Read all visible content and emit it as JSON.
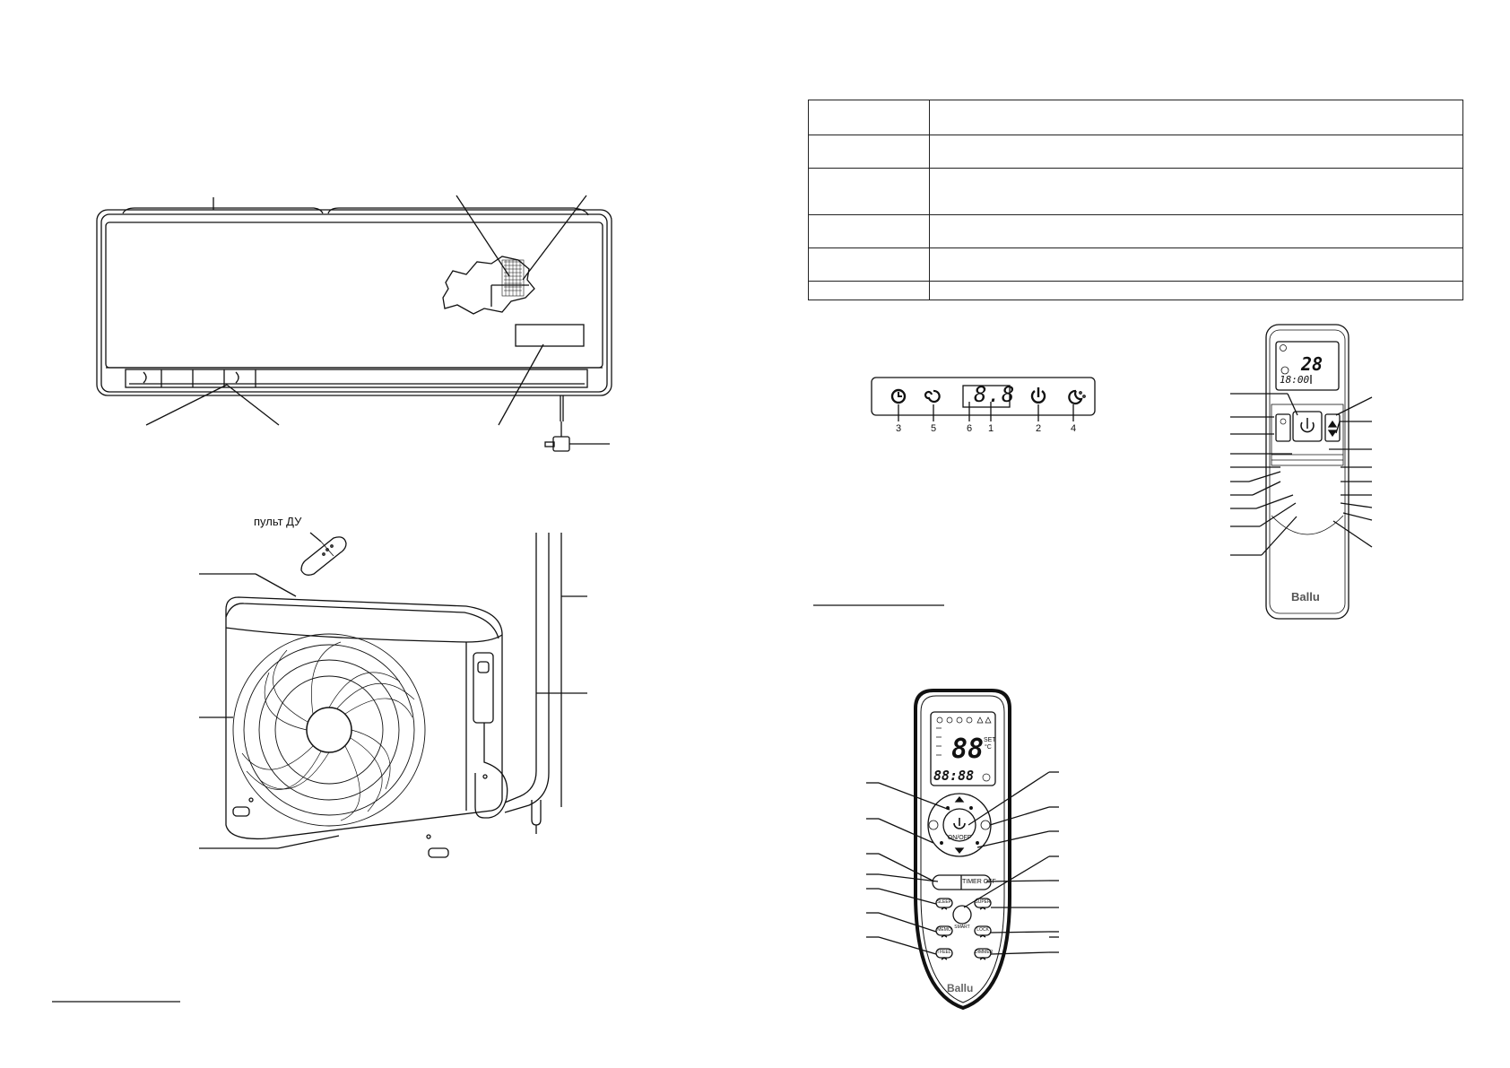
{
  "outdoor_unit": {
    "remote_caption": "пульт ДУ"
  },
  "display_panel": {
    "readout": "8.8",
    "indicator_numbers": [
      "3",
      "5",
      "6",
      "1",
      "2",
      "4"
    ]
  },
  "remote_small": {
    "screen_temp": "28",
    "screen_clock": "18:00",
    "brand": "Ballu"
  },
  "remote_large": {
    "screen_temp": "88",
    "screen_clock": "88:88",
    "set_label": "SET",
    "unit_label": "°C",
    "on_off_label": "ON/OFF",
    "timer_off_label": "TIMER OFF",
    "sleep_label": "SLEEP",
    "super_label": "SUPER",
    "smart_label": "SMART",
    "memo_label": "MEMO",
    "lock_label": "LOCK",
    "ifeel_label": "I FEEL",
    "dimmer_label": "DIMMER",
    "brand": "Ballu"
  },
  "spec_table": {
    "rows": 6,
    "columns": 2
  },
  "colors": {
    "ink": "#111111",
    "paper": "#ffffff"
  }
}
